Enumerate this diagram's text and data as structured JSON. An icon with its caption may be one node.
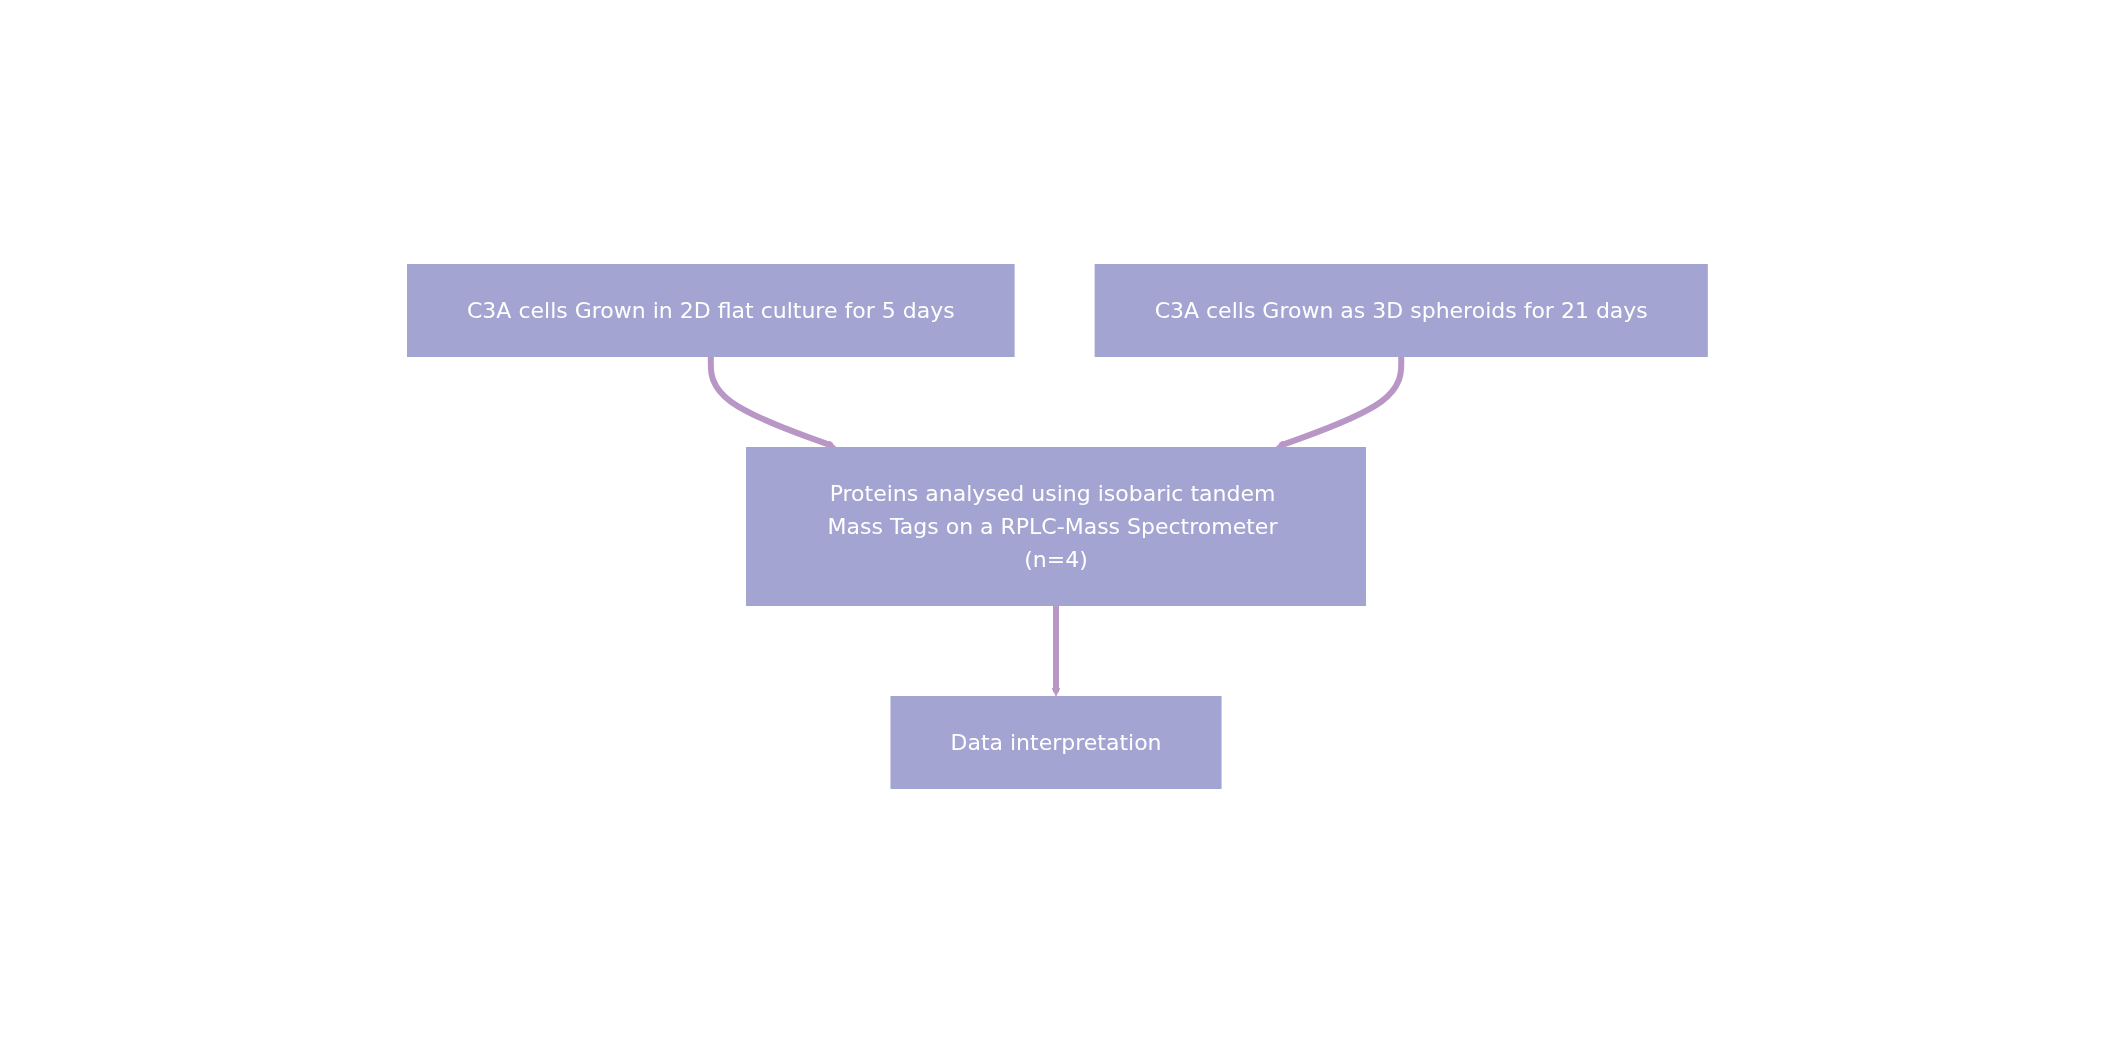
{
  "diagram": {
    "nodes": [
      {
        "text": [
          "C3A cells Grown in 2D flat culture for 5 days"
        ]
      },
      {
        "text": [
          "C3A cells Grown as 3D spheroids for 21 days"
        ]
      },
      {
        "text": [
          "Proteins analysed using isobaric tandem Mass Tags on a RPLC-Mass Spectrometer (n=4)"
        ]
      },
      {
        "text": [
          "Data interpretation"
        ]
      }
    ],
    "edges": [
      {
        "from": 0,
        "to": 2,
        "arrow": "to"
      },
      {
        "from": 1,
        "to": 2,
        "arrow": "to"
      },
      {
        "from": 2,
        "to": 3,
        "arrow": "to"
      }
    ]
  }
}
